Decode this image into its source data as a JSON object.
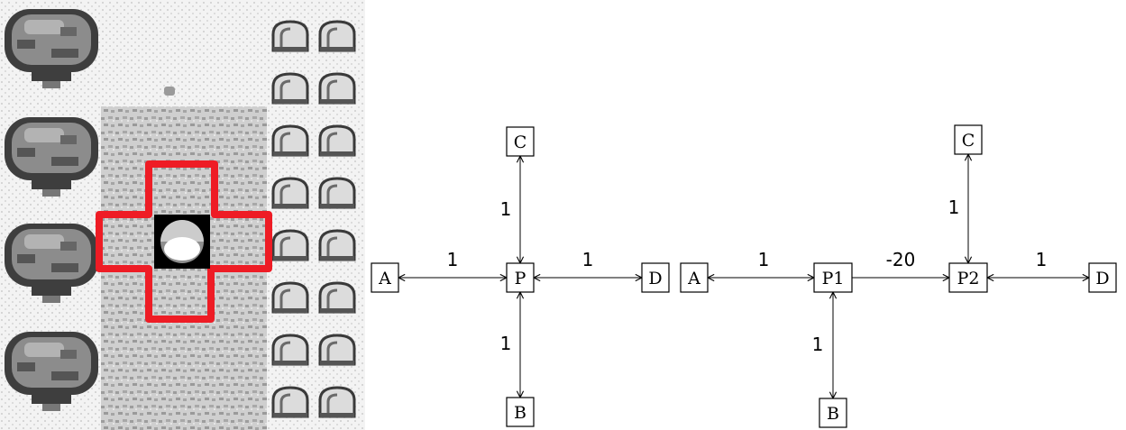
{
  "sprite": {
    "colors": {
      "ground": "#f2f2f2",
      "grass": "#bdbdbd",
      "tree_light": "#9a9a9a",
      "tree_dark": "#3d3d3d",
      "outline": "#111111",
      "highlight": "#ee1c25"
    },
    "icons": [
      "tree-icon",
      "rock-icon",
      "ball-icon",
      "grass-icon"
    ]
  },
  "graph_left": {
    "nodes": [
      {
        "id": "A",
        "label": "A"
      },
      {
        "id": "P",
        "label": "P"
      },
      {
        "id": "D",
        "label": "D"
      },
      {
        "id": "C",
        "label": "C"
      },
      {
        "id": "B",
        "label": "B"
      }
    ],
    "edges": [
      {
        "from": "A",
        "to": "P",
        "label": "1",
        "style": "bidirectional"
      },
      {
        "from": "P",
        "to": "D",
        "label": "1",
        "style": "bidirectional"
      },
      {
        "from": "P",
        "to": "C",
        "label": "1",
        "style": "bidirectional"
      },
      {
        "from": "P",
        "to": "B",
        "label": "1",
        "style": "bidirectional"
      }
    ]
  },
  "graph_right": {
    "nodes": [
      {
        "id": "A",
        "label": "A"
      },
      {
        "id": "P1",
        "label": "P1"
      },
      {
        "id": "P2",
        "label": "P2"
      },
      {
        "id": "D",
        "label": "D"
      },
      {
        "id": "C",
        "label": "C"
      },
      {
        "id": "B",
        "label": "B"
      }
    ],
    "edges": [
      {
        "from": "A",
        "to": "P1",
        "label": "1",
        "style": "bidirectional"
      },
      {
        "from": "P1",
        "to": "P2",
        "label": "-20",
        "style": "directed"
      },
      {
        "from": "P2",
        "to": "D",
        "label": "1",
        "style": "bidirectional"
      },
      {
        "from": "P2",
        "to": "C",
        "label": "1",
        "style": "bidirectional"
      },
      {
        "from": "P1",
        "to": "B",
        "label": "1",
        "style": "bidirectional"
      }
    ]
  }
}
